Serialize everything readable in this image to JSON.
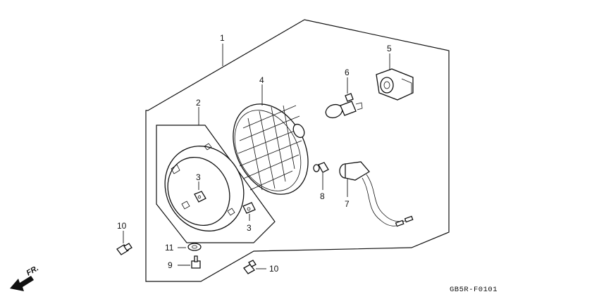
{
  "diagram": {
    "code": "GB5R-F0101",
    "direction_label": "FR.",
    "callouts": {
      "headlight_assembly": "1",
      "rim": "2",
      "clip_upper": "3",
      "clip_lower": "3",
      "unit": "4",
      "socket_body": "5",
      "bulb": "6",
      "wire_socket": "7",
      "small_bulb": "8",
      "bolt_adjust": "9",
      "bolt_left": "10",
      "bolt_right": "10",
      "nut": "11"
    }
  }
}
